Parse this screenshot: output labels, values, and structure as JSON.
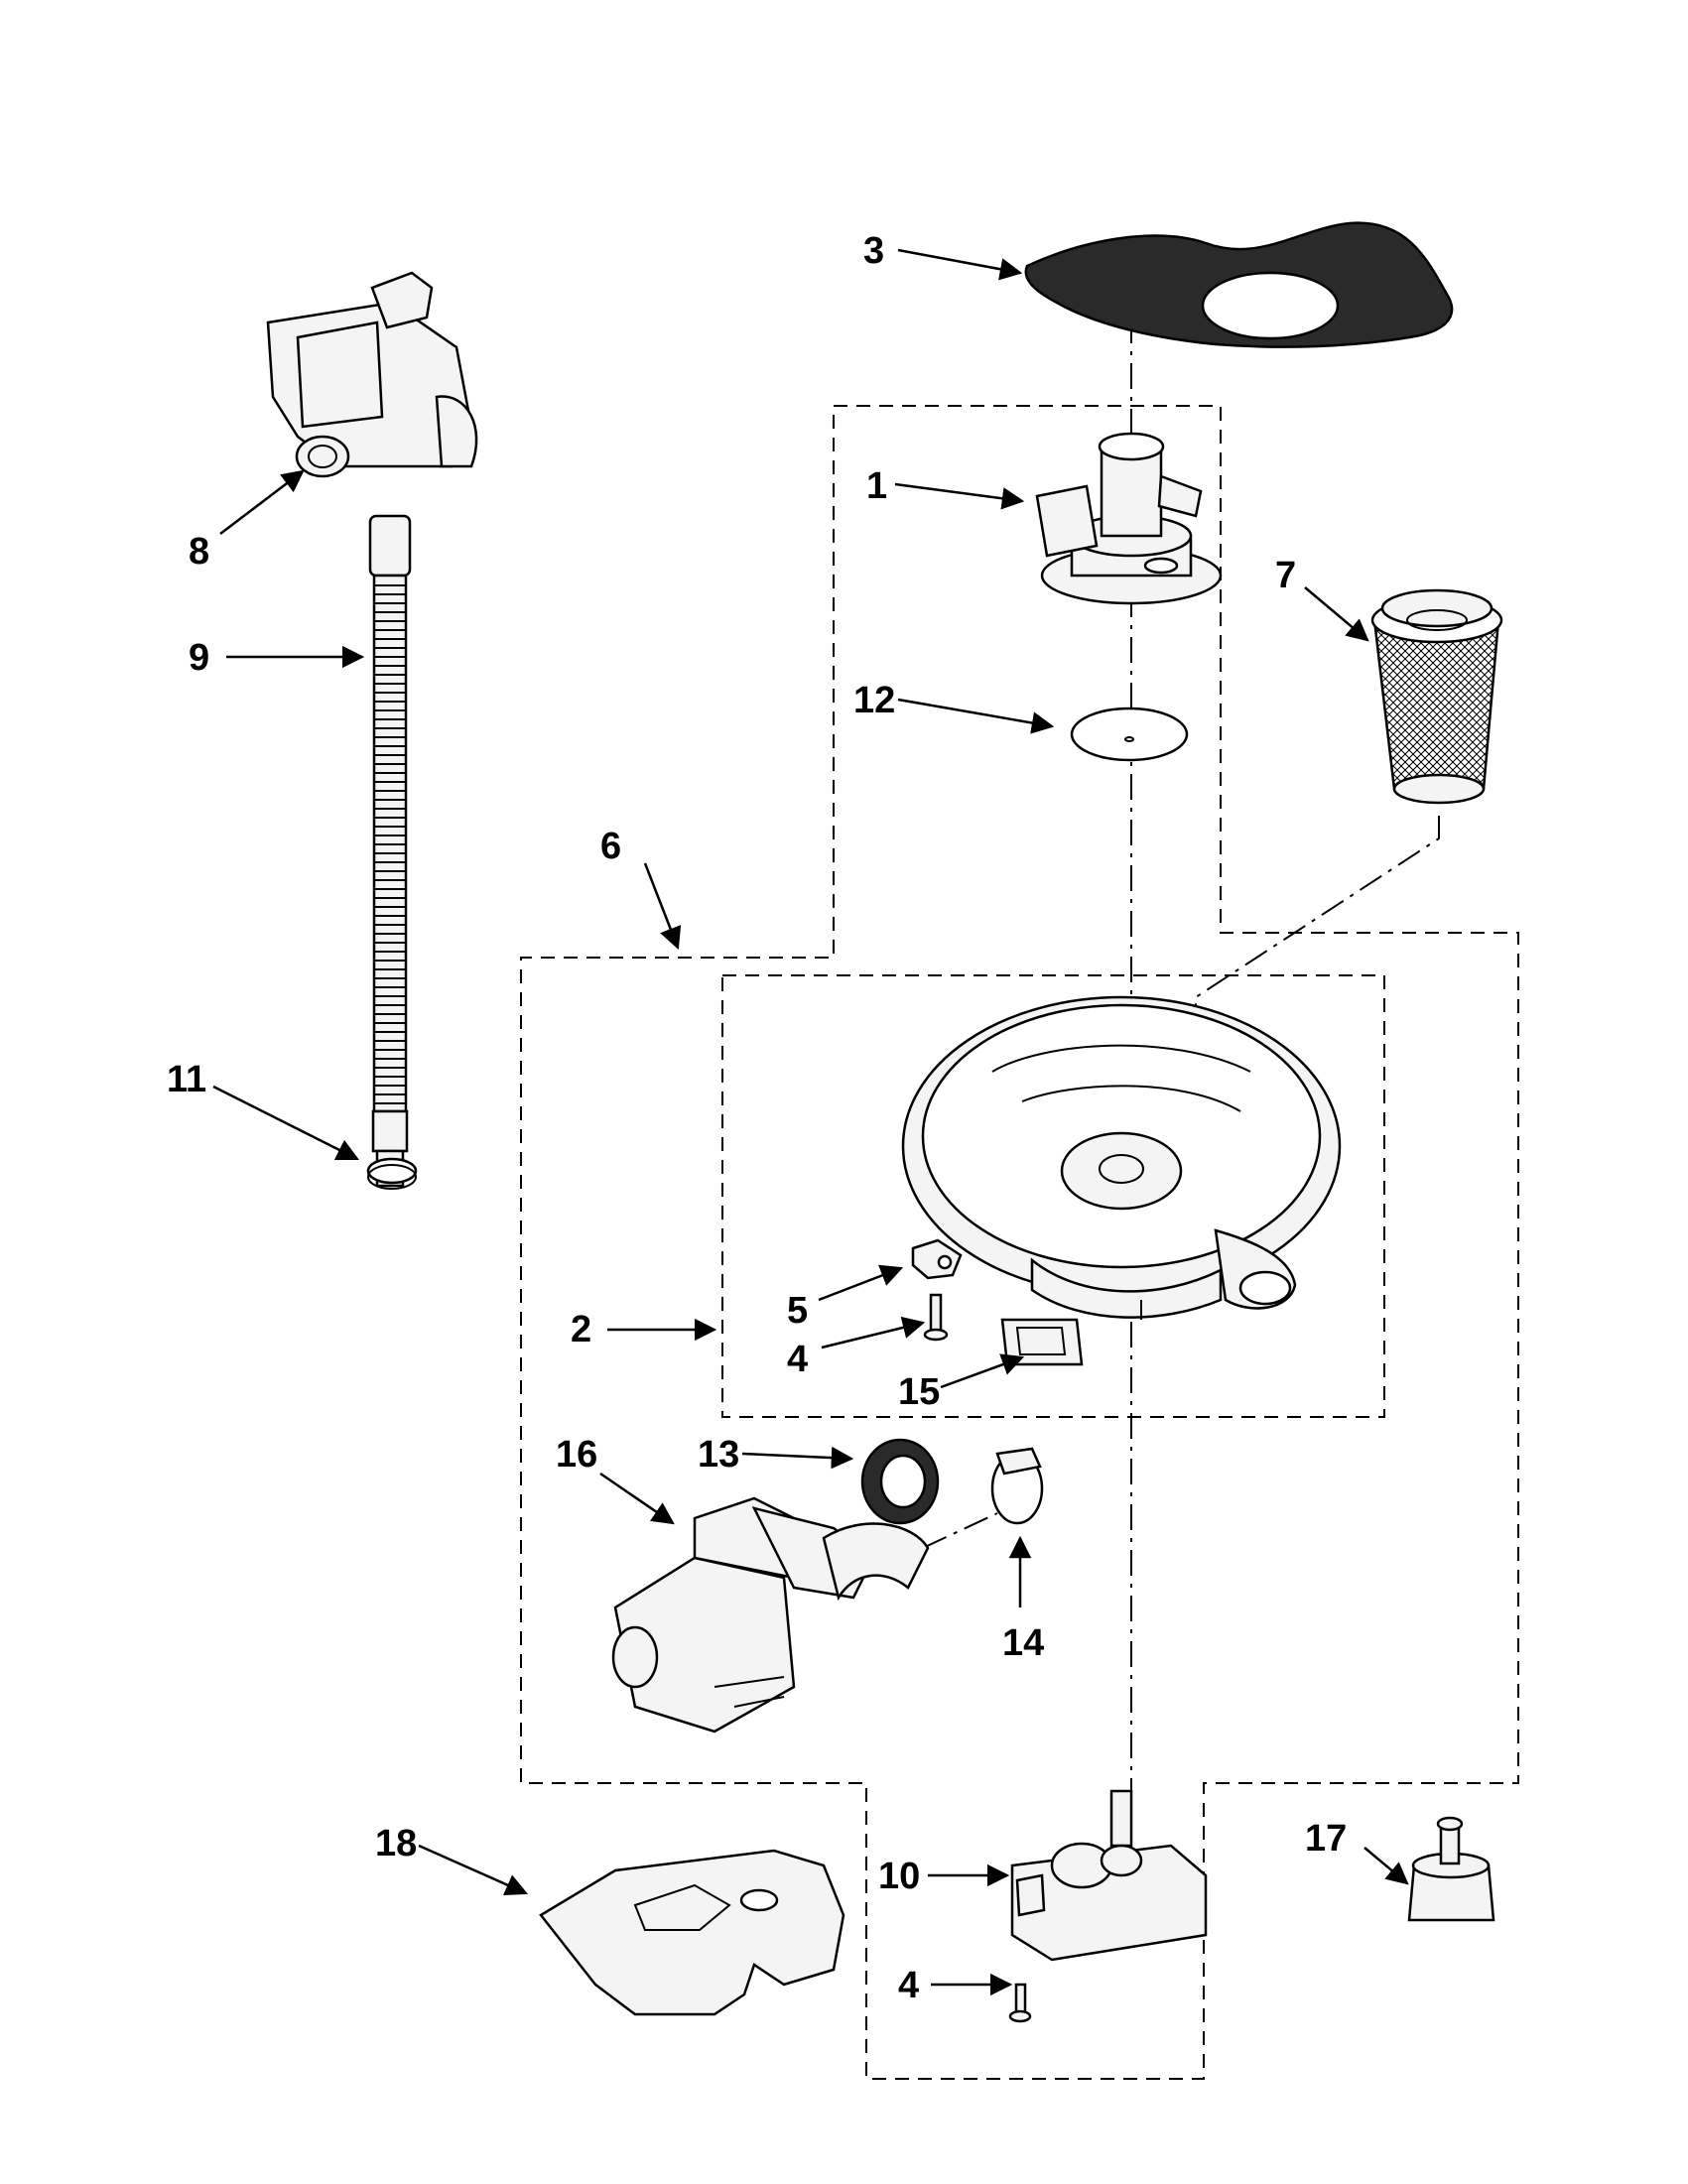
{
  "diagram": {
    "callouts": [
      {
        "id": "c1",
        "label": "1"
      },
      {
        "id": "c2",
        "label": "2"
      },
      {
        "id": "c3",
        "label": "3"
      },
      {
        "id": "c4a",
        "label": "4"
      },
      {
        "id": "c4b",
        "label": "4"
      },
      {
        "id": "c5",
        "label": "5"
      },
      {
        "id": "c6",
        "label": "6"
      },
      {
        "id": "c7",
        "label": "7"
      },
      {
        "id": "c8",
        "label": "8"
      },
      {
        "id": "c9",
        "label": "9"
      },
      {
        "id": "c10",
        "label": "10"
      },
      {
        "id": "c11",
        "label": "11"
      },
      {
        "id": "c12",
        "label": "12"
      },
      {
        "id": "c13",
        "label": "13"
      },
      {
        "id": "c14",
        "label": "14"
      },
      {
        "id": "c15",
        "label": "15"
      },
      {
        "id": "c16",
        "label": "16"
      },
      {
        "id": "c17",
        "label": "17"
      },
      {
        "id": "c18",
        "label": "18"
      }
    ]
  }
}
